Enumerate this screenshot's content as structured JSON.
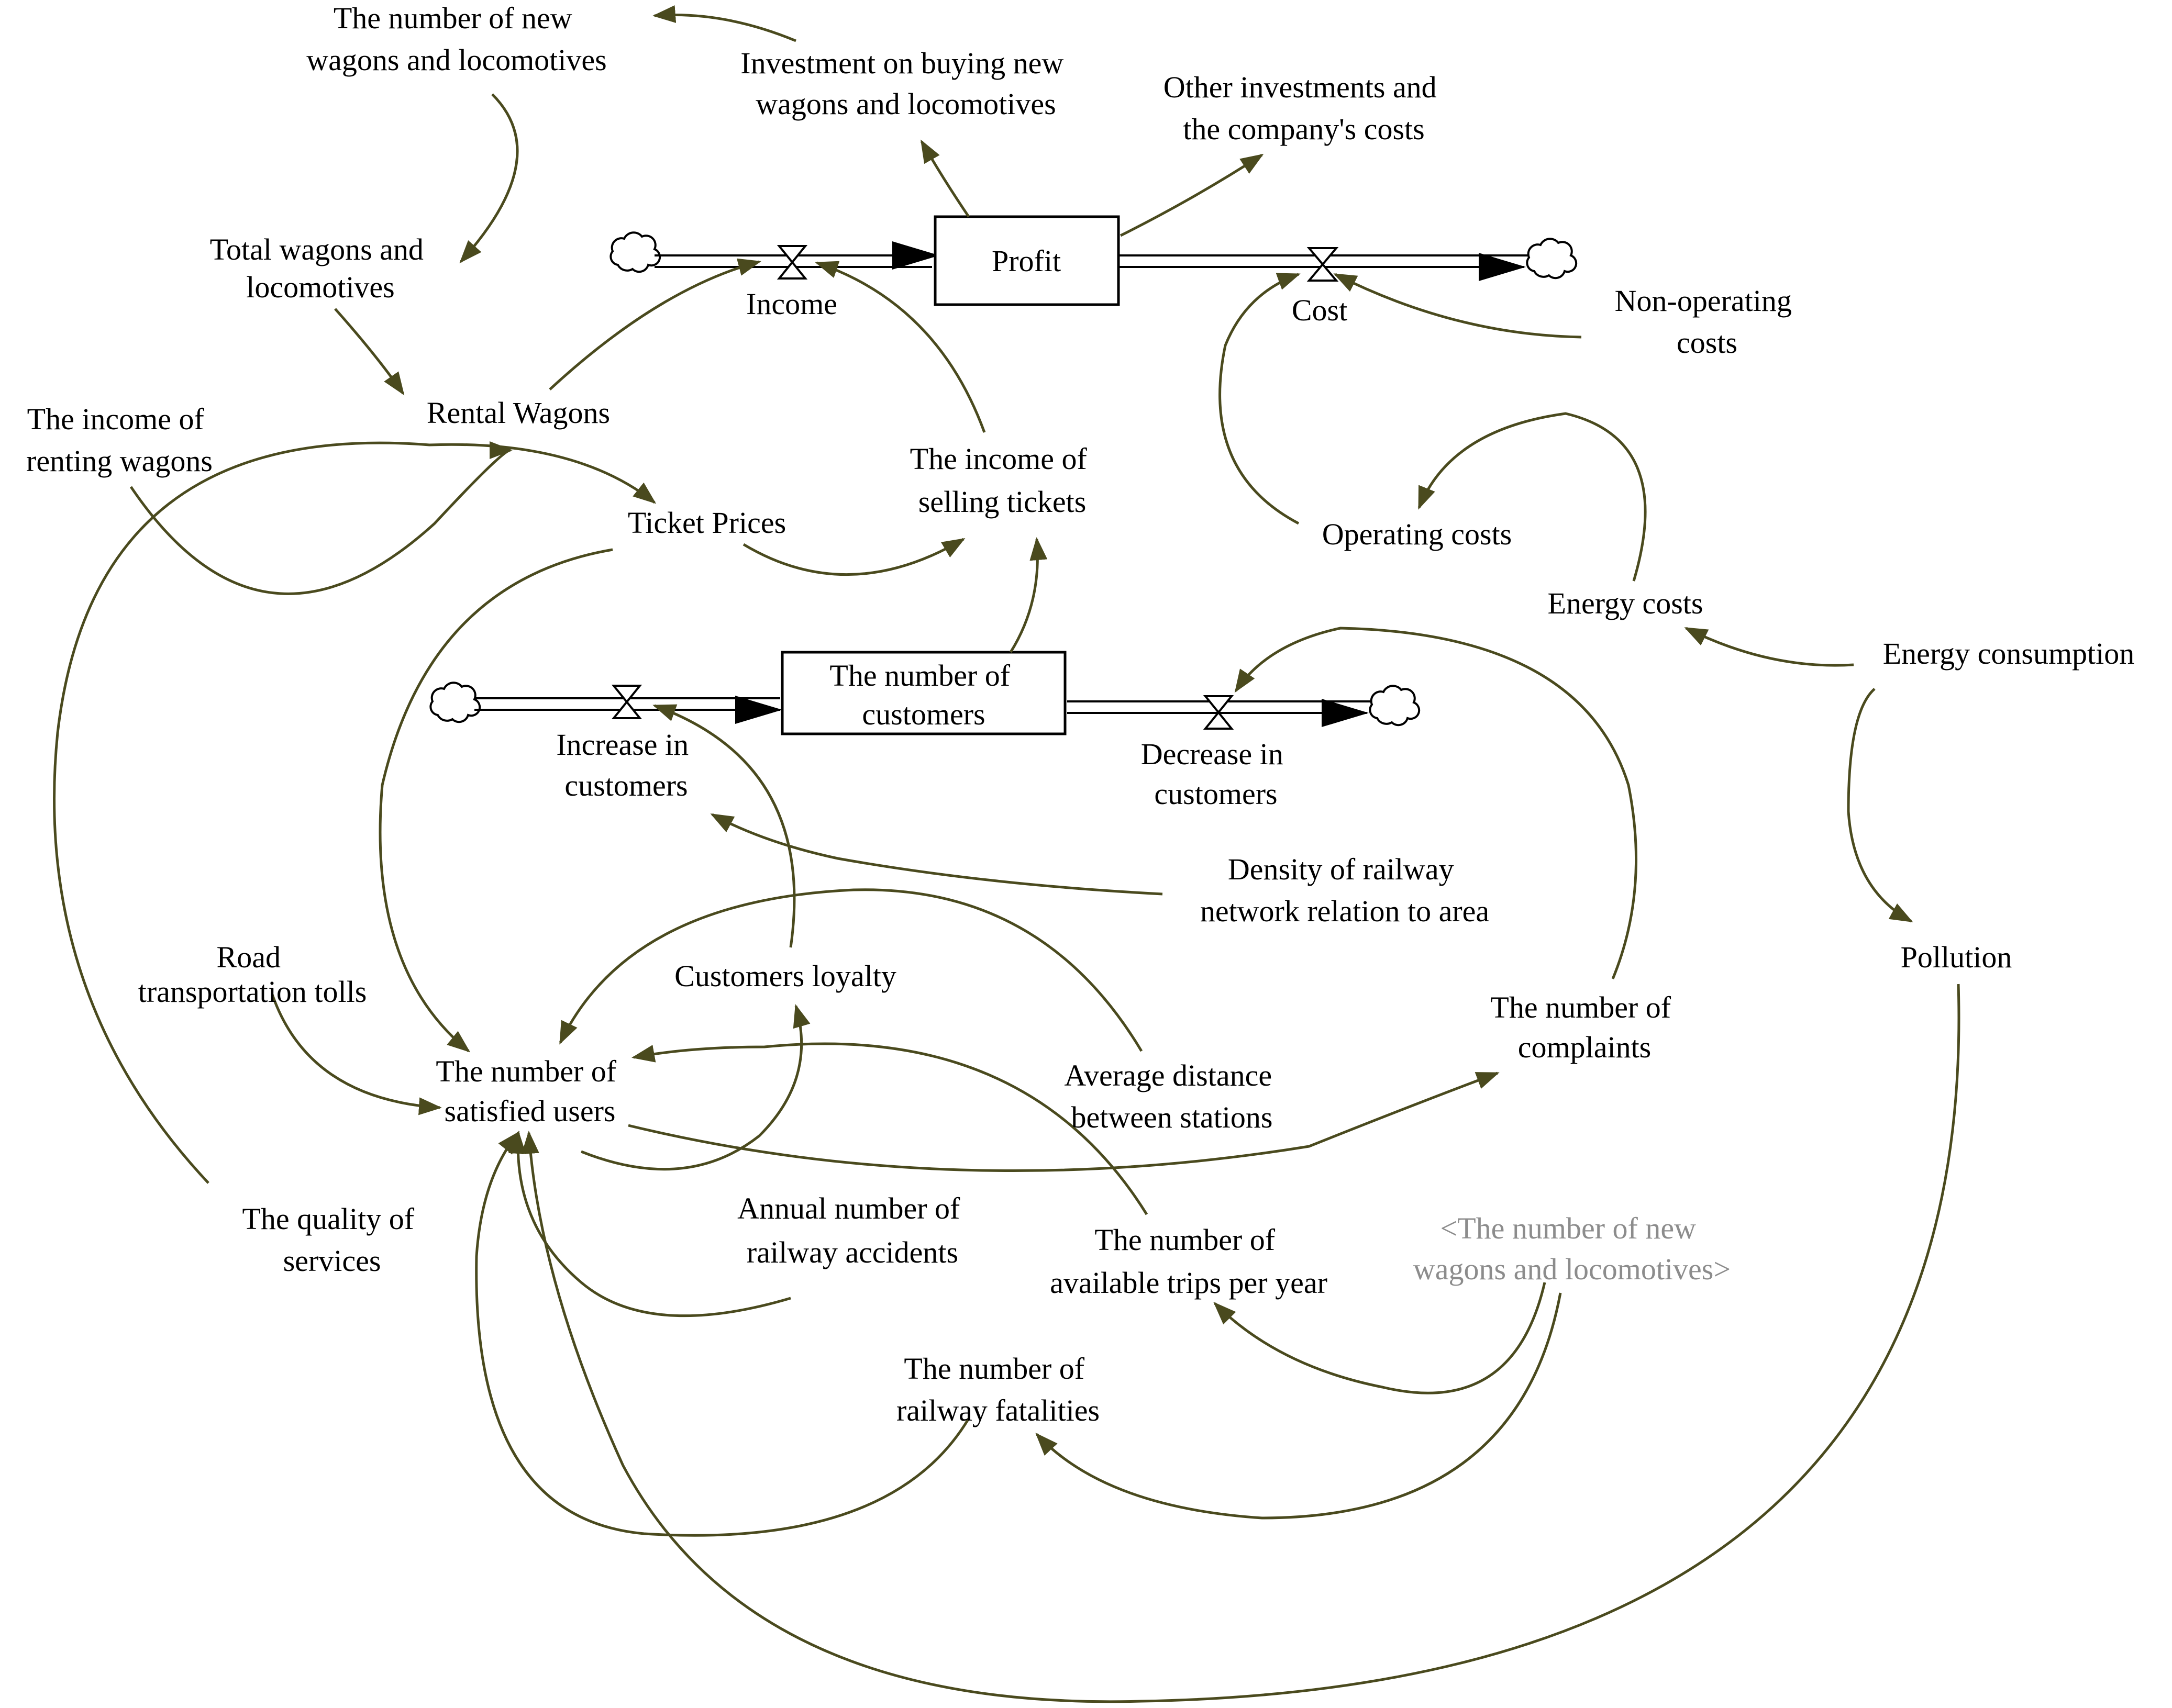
{
  "diagram": {
    "type": "stock-and-flow",
    "stocks": [
      {
        "id": "profit",
        "label": "Profit"
      },
      {
        "id": "customers",
        "lines": [
          "The number of",
          "customers"
        ]
      }
    ],
    "flows": [
      {
        "id": "income",
        "label": "Income"
      },
      {
        "id": "cost",
        "label": "Cost"
      },
      {
        "id": "increase",
        "lines": [
          "Increase in",
          "customers"
        ]
      },
      {
        "id": "decrease",
        "lines": [
          "Decrease in",
          "customers"
        ]
      }
    ],
    "variables": [
      {
        "id": "new_wagons",
        "lines": [
          "The number of new",
          "wagons and locomotives"
        ]
      },
      {
        "id": "invest_new",
        "lines": [
          "Investment on buying new",
          "wagons and locomotives"
        ]
      },
      {
        "id": "other_invest",
        "lines": [
          "Other investments and",
          "the company's costs"
        ]
      },
      {
        "id": "total_wagons",
        "lines": [
          "Total wagons and",
          "locomotives"
        ]
      },
      {
        "id": "nonop_costs",
        "lines": [
          "Non-operating",
          "costs"
        ]
      },
      {
        "id": "rental_wagons",
        "lines": [
          "Rental Wagons"
        ]
      },
      {
        "id": "renting_income",
        "lines": [
          "The income of",
          "renting wagons"
        ]
      },
      {
        "id": "ticket_income",
        "lines": [
          "The income of",
          "selling tickets"
        ]
      },
      {
        "id": "ticket_prices",
        "lines": [
          "Ticket Prices"
        ]
      },
      {
        "id": "operating_costs",
        "lines": [
          "Operating costs"
        ]
      },
      {
        "id": "energy_costs",
        "lines": [
          "Energy costs"
        ]
      },
      {
        "id": "energy_consumption",
        "lines": [
          "Energy consumption"
        ]
      },
      {
        "id": "density",
        "lines": [
          "Density of railway",
          "network relation to area"
        ]
      },
      {
        "id": "road_tolls",
        "lines": [
          "Road",
          "transportation tolls"
        ]
      },
      {
        "id": "loyalty",
        "lines": [
          "Customers loyalty"
        ]
      },
      {
        "id": "pollution",
        "lines": [
          "Pollution"
        ]
      },
      {
        "id": "complaints",
        "lines": [
          "The number of",
          "complaints"
        ]
      },
      {
        "id": "satisfied",
        "lines": [
          "The number of",
          "satisfied users"
        ]
      },
      {
        "id": "avg_distance",
        "lines": [
          "Average distance",
          "between stations"
        ]
      },
      {
        "id": "quality",
        "lines": [
          "The quality of",
          "services"
        ]
      },
      {
        "id": "accidents",
        "lines": [
          "Annual number of",
          "railway accidents"
        ]
      },
      {
        "id": "trips",
        "lines": [
          "The number of",
          "available trips per year"
        ]
      },
      {
        "id": "fatalities",
        "lines": [
          "The number of",
          "railway fatalities"
        ]
      }
    ],
    "shadow_variables": [
      {
        "id": "new_wagons_shadow",
        "lines": [
          "<The number of new",
          "wagons and locomotives>"
        ]
      }
    ],
    "colors": {
      "link": "#4a4a1e",
      "shadow_text": "#8c8c8c",
      "text": "#000000"
    }
  }
}
